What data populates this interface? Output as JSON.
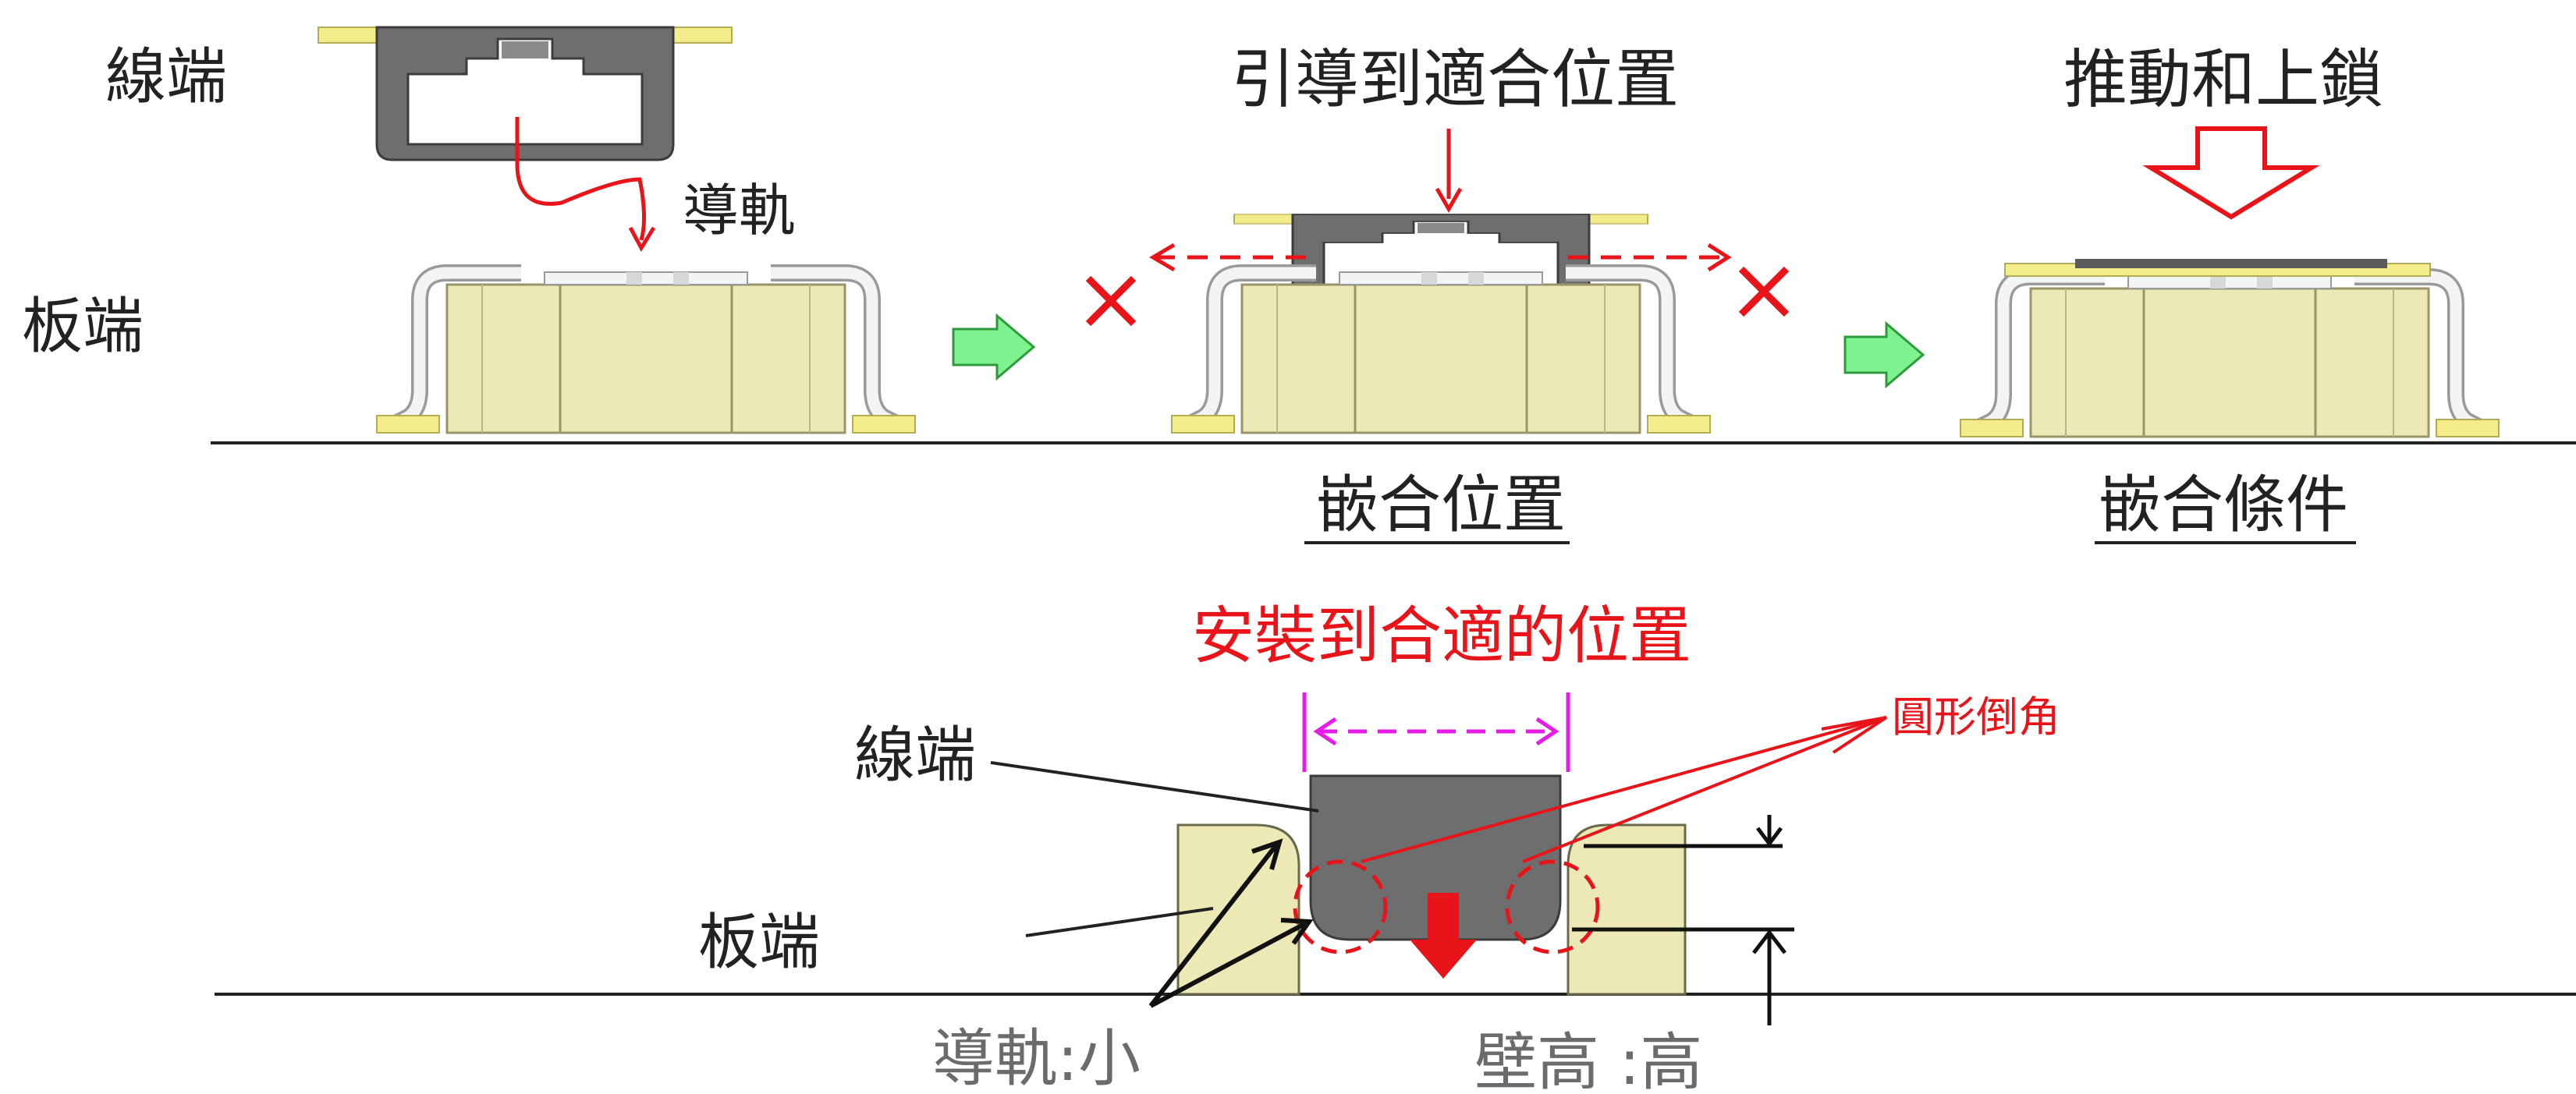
{
  "labels": {
    "wire_end_top": "線端",
    "guide_rail_top": "導軌",
    "board_end_top": "板端",
    "guide_to_position": "引導到適合位置",
    "push_and_lock": "推動和上鎖",
    "mating_position": "嵌合位置",
    "mating_condition": "嵌合條件",
    "install_to_position": "安裝到合適的位置",
    "wire_end_bottom": "線端",
    "board_end_bottom": "板端",
    "round_chamfer": "圓形倒角",
    "guide_rail_small": "導軌:小",
    "wall_height_high": "壁高 :高"
  },
  "colors": {
    "housing_fill": "#ece9b6",
    "housing_stroke": "#9a9468",
    "plug_fill": "#6e6e6e",
    "plug_dark": "#4a4a4a",
    "terminal_yellow": "#f2ec8a",
    "metal_light": "#f4f4f4",
    "red": "#e8141a",
    "magenta": "#e61de6",
    "green_arrow": "#7ef28e",
    "text": "#222222",
    "subtle_text": "#6b6b6b"
  },
  "icons": [
    "x-mark-icon",
    "green-right-arrow-icon",
    "red-down-arrow-icon",
    "hollow-down-arrow-icon"
  ]
}
